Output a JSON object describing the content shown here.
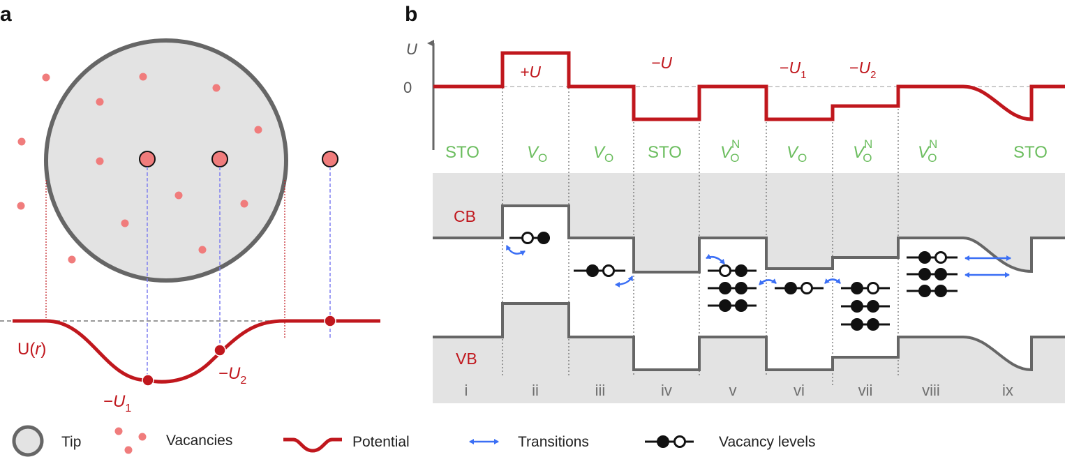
{
  "panel_a": {
    "label": "a",
    "potential_label_pre": "U(",
    "potential_label_var": "r",
    "potential_label_post": ")",
    "u1": {
      "sign": "−",
      "base": "U",
      "sub": "1"
    },
    "u2": {
      "sign": "−",
      "base": "U",
      "sub": "2"
    }
  },
  "panel_b": {
    "label": "b",
    "axis_label": "U",
    "zero_label": "0",
    "plus_u": "+U",
    "minus_u": "−U",
    "minus_u1": {
      "sign": "−",
      "base": "U",
      "sub": "1"
    },
    "minus_u2": {
      "sign": "−",
      "base": "U",
      "sub": "2"
    },
    "cb_label": "CB",
    "vb_label": "VB",
    "material_sto": "STO",
    "vacancy_base": "V",
    "vacancy_sub": "O",
    "vacancy_sup": "N",
    "regions": [
      "i",
      "ii",
      "iii",
      "iv",
      "v",
      "vi",
      "vii",
      "viii",
      "ix"
    ]
  },
  "legend": {
    "tip": "Tip",
    "vacancies": "Vacancies",
    "potential": "Potential",
    "transitions": "Transitions",
    "vacancy_levels": "Vacancy levels"
  },
  "colors": {
    "potential_red": "#c0171d",
    "vacancy_pink": "#f07c7c",
    "transition_blue": "#3b6ff5",
    "label_green": "#6bbd5e",
    "band_gray": "#666666",
    "shade": "#e3e3e3"
  }
}
